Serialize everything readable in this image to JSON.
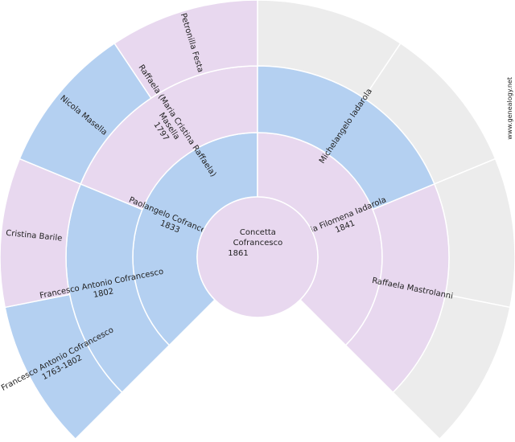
{
  "colors": {
    "male": "#b4d0f1",
    "female": "#e8d8ef",
    "empty": "#ececec"
  },
  "watermark": "www.genealogy.net",
  "center": {
    "lines": [
      "Concetta",
      "Cofrancesco",
      "1861"
    ]
  },
  "persons": [
    {
      "id": "p-father",
      "sex": "male",
      "ring": 1,
      "slot": 0,
      "lines": [
        "Paolangelo Cofrancesco",
        "1833"
      ]
    },
    {
      "id": "p-mother",
      "sex": "female",
      "ring": 1,
      "slot": 1,
      "lines": [
        "Maria Filomena Iadarola",
        "1841"
      ]
    },
    {
      "id": "p-paternal-grandfather",
      "sex": "male",
      "ring": 2,
      "slot": 0,
      "lines": [
        "Francesco Antonio Cofrancesco",
        "1802"
      ]
    },
    {
      "id": "p-paternal-grandmother",
      "sex": "female",
      "ring": 2,
      "slot": 1,
      "lines": [
        "Raffaela (Maria Cristina Raffaela)",
        "Masella",
        "1797"
      ]
    },
    {
      "id": "p-maternal-grandfather",
      "sex": "male",
      "ring": 2,
      "slot": 2,
      "lines": [
        "Michelangelo Iadarola"
      ]
    },
    {
      "id": "p-maternal-grandmother",
      "sex": "female",
      "ring": 2,
      "slot": 3,
      "lines": [
        "Raffaela Mastrolanni"
      ]
    },
    {
      "id": "p-gg-1",
      "sex": "male",
      "ring": 3,
      "slot": 0,
      "lines": [
        "Francesco Antonio Cofrancesco",
        "1763-1802"
      ]
    },
    {
      "id": "p-gg-2",
      "sex": "female",
      "ring": 3,
      "slot": 1,
      "lines": [
        "Cristina Barile"
      ]
    },
    {
      "id": "p-gg-3",
      "sex": "male",
      "ring": 3,
      "slot": 2,
      "lines": [
        "Nicola Masella"
      ]
    },
    {
      "id": "p-gg-4",
      "sex": "female",
      "ring": 3,
      "slot": 3,
      "lines": [
        "Petronilla Festa"
      ]
    }
  ]
}
